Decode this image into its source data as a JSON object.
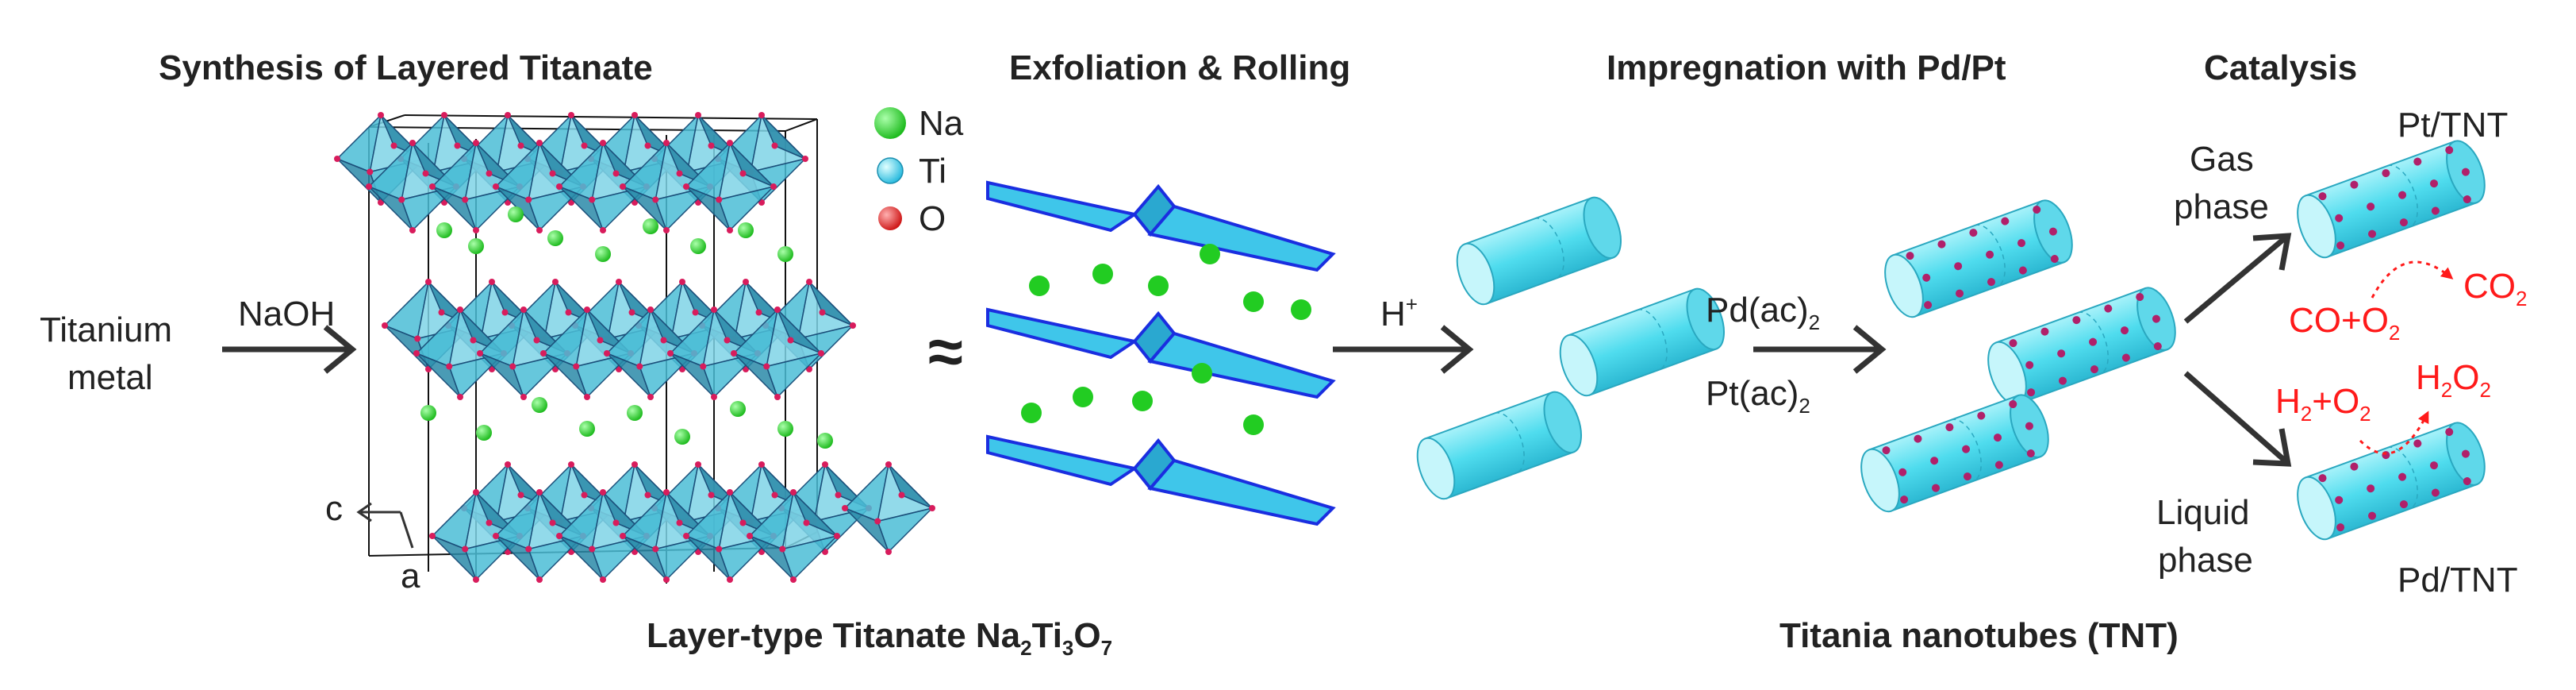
{
  "headings": {
    "synthesis": "Synthesis of Layered Titanate",
    "exfoliation": "Exfoliation &  Rolling",
    "impregnation": "Impregnation with Pd/Pt",
    "catalysis": "Catalysis"
  },
  "labels": {
    "titanium_line1": "Titanium",
    "titanium_line2": "metal",
    "naoh": "NaOH",
    "approx": "≈",
    "h_plus": "H",
    "h_plus_sup": "+",
    "pd_ac": "Pd(ac)",
    "pd_ac_sub": "2",
    "pt_ac": "Pt(ac)",
    "pt_ac_sub": "2",
    "gas_line1": "Gas",
    "gas_line2": "phase",
    "liquid_line1": "Liquid",
    "liquid_line2": "phase",
    "pt_tnt": "Pt/TNT",
    "pd_tnt": "Pd/TNT",
    "axis_c": "c",
    "axis_a": "a"
  },
  "reactions": {
    "co_o2": "CO+O",
    "co_o2_sub": "2",
    "co2": "CO",
    "co2_sub": "2",
    "h2_o2_a": "H",
    "h2_o2_sub1": "2",
    "h2_o2_b": "+O",
    "h2_o2_sub2": "2",
    "h2o2_a": "H",
    "h2o2_sub1": "2",
    "h2o2_b": "O",
    "h2o2_sub2": "2"
  },
  "legend": [
    {
      "label": "Na",
      "color": "#22cc22"
    },
    {
      "label": "Ti",
      "color": "#33ccee"
    },
    {
      "label": "O",
      "color": "#dd2222"
    }
  ],
  "captions": {
    "layer_type": "Layer-type Titanate Na",
    "layer_sub1": "2",
    "layer_ti": "Ti",
    "layer_sub2": "3",
    "layer_o": "O",
    "layer_sub3": "7",
    "tnt": "Titania nanotubes (TNT)"
  },
  "colors": {
    "octahedron": "#4bbdd6",
    "octahedron_dark": "#2a8aa8",
    "nanotube": "#5fe0f0",
    "sheet": "#3fc6ea",
    "sheet_edge": "#1a2ee0",
    "na": "#22cc22",
    "particle": "#b0206a",
    "reaction": "#ff1a1a"
  }
}
